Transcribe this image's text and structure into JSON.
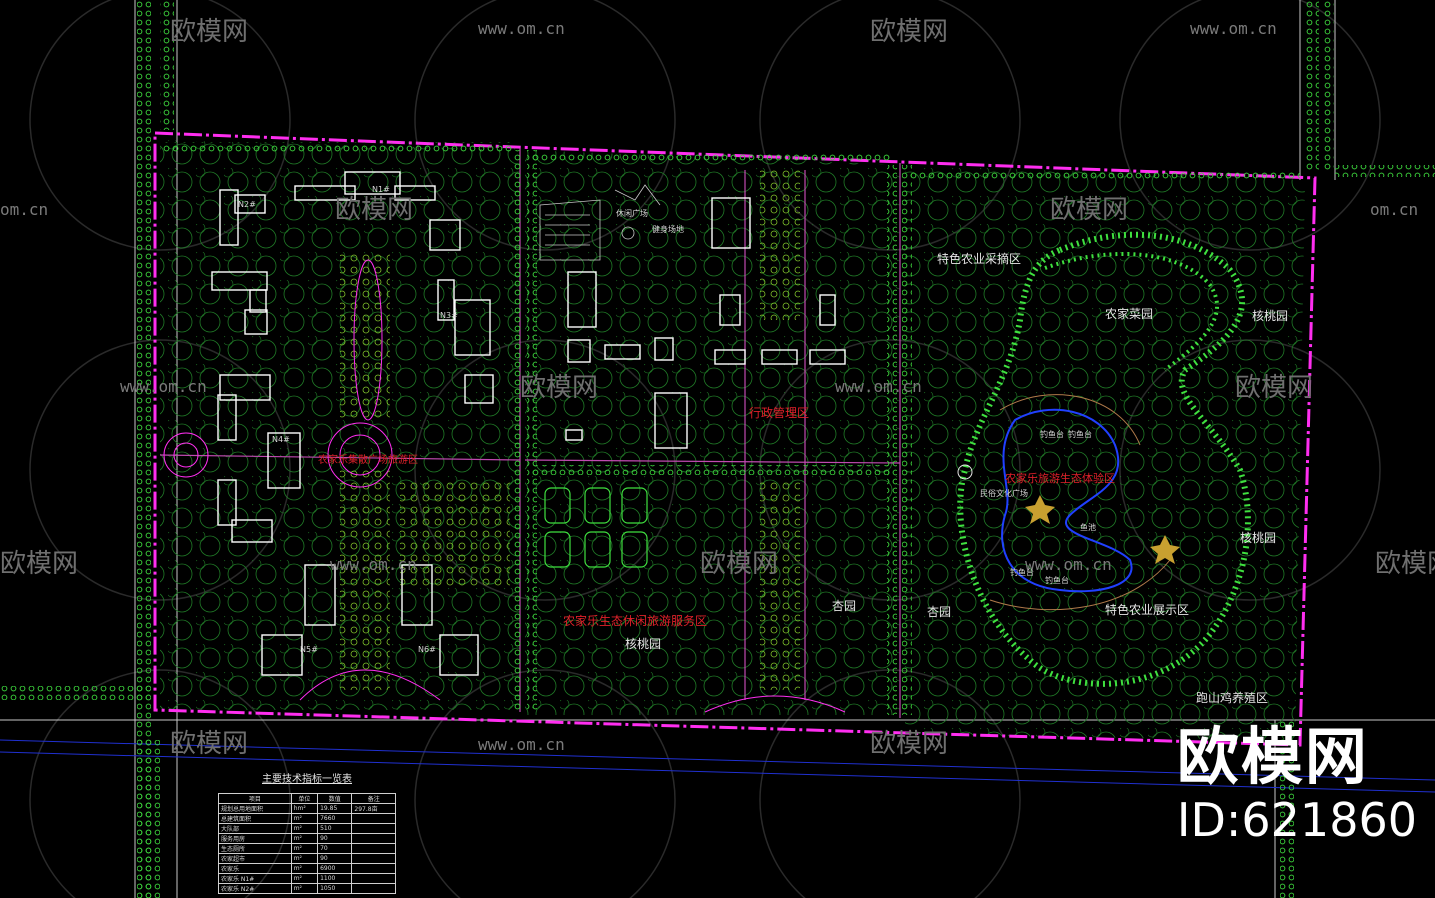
{
  "zones": {
    "picking": "特色农业采摘区",
    "vegetable": "农家菜园",
    "walnut1": "核桃园",
    "walnut2": "核桃园",
    "walnut3": "核桃园",
    "apricot1": "杏园",
    "apricot2": "杏园",
    "display": "特色农业展示区",
    "chicken": "跑山鸡养殖区",
    "admin": "行政管理区",
    "service": "农家乐生态休闲旅游服务区",
    "experience": "农家乐旅游生态体验区",
    "square": "农家乐集散广场旅游区",
    "fishing1": "钓鱼台",
    "fishing2": "钓鱼台",
    "fishing3": "钓鱼台",
    "fishing4": "钓鱼台",
    "culture": "民俗文化广场",
    "fishpond": "鱼池",
    "leisure": "休闲广场",
    "sports": "健身场地"
  },
  "buildings": {
    "n1": "N1#",
    "n2": "N2#",
    "n3": "N3#",
    "n4": "N4#",
    "n5": "N5#",
    "n6": "N6#"
  },
  "watermark": {
    "text": "欧模网",
    "url": "www.om.cn",
    "url_short": "om.cn"
  },
  "brand": {
    "name": "欧模网",
    "id": "ID:621860"
  },
  "table": {
    "title": "主要技术指标一览表",
    "headers": [
      "项目",
      "单位",
      "数值",
      "备注"
    ],
    "rows": [
      [
        "规划总用地面积",
        "hm²",
        "19.85",
        "297.8亩"
      ],
      [
        "总建筑面积",
        "m²",
        "7660",
        ""
      ],
      [
        "大队部",
        "m²",
        "510",
        ""
      ],
      [
        "服务用房",
        "m²",
        "90",
        ""
      ],
      [
        "生态厕所",
        "m²",
        "70",
        ""
      ],
      [
        "农家超市",
        "m²",
        "90",
        ""
      ],
      [
        "农家乐",
        "m²",
        "6900",
        ""
      ],
      [
        "农家乐 N1#",
        "m²",
        "1100",
        ""
      ],
      [
        "农家乐 N2#",
        "m²",
        "1050",
        ""
      ]
    ]
  },
  "colors": {
    "road": "#ff2ef0",
    "tree": "#3fe03f",
    "background": "#000000",
    "label": "#e6e6e6",
    "zone_red": "#e0202a"
  }
}
